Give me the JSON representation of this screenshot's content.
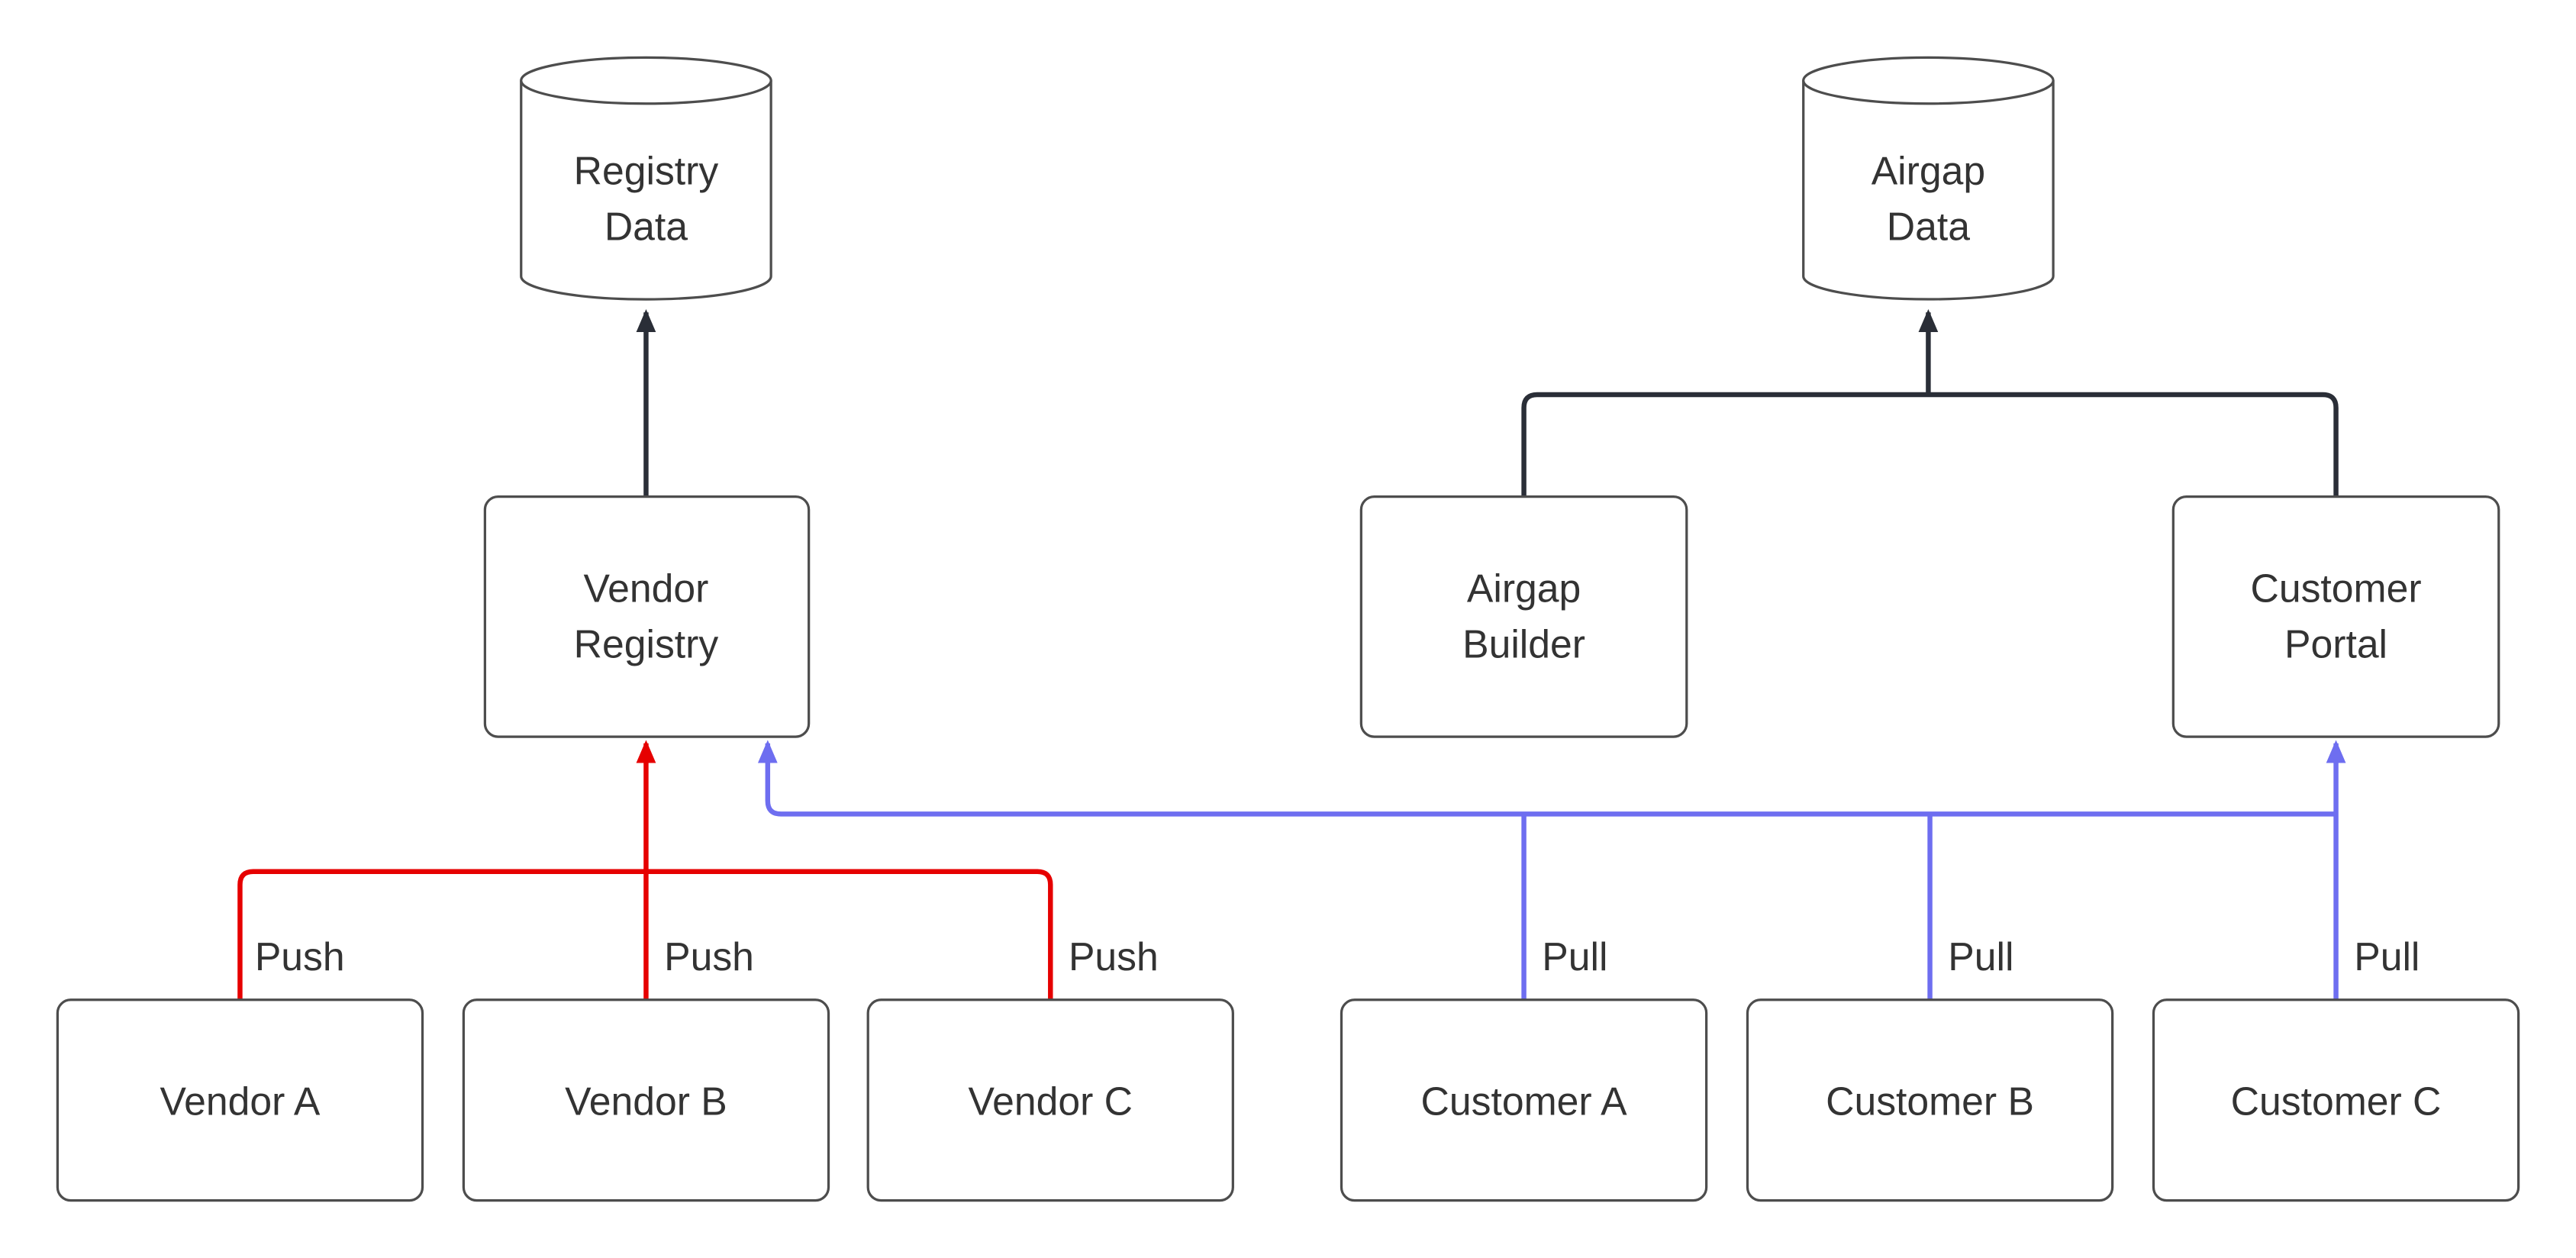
{
  "diagram": {
    "background": "#ffffff",
    "colors": {
      "node_border": "#4d4d4d",
      "node_fill": "#ffffff",
      "text": "#333333",
      "flow_dark": "#2a2e37",
      "flow_push": "#e60000",
      "flow_pull": "#6e6ef0"
    },
    "nodes": {
      "registry_data": {
        "shape": "cylinder",
        "lines": [
          "Registry",
          "Data"
        ]
      },
      "airgap_data": {
        "shape": "cylinder",
        "lines": [
          "Airgap",
          "Data"
        ]
      },
      "vendor_registry": {
        "shape": "rect",
        "lines": [
          "Vendor",
          "Registry"
        ]
      },
      "airgap_builder": {
        "shape": "rect",
        "lines": [
          "Airgap",
          "Builder"
        ]
      },
      "customer_portal": {
        "shape": "rect",
        "lines": [
          "Customer",
          "Portal"
        ]
      },
      "vendor_a": {
        "shape": "rect",
        "label": "Vendor A"
      },
      "vendor_b": {
        "shape": "rect",
        "label": "Vendor B"
      },
      "vendor_c": {
        "shape": "rect",
        "label": "Vendor C"
      },
      "customer_a": {
        "shape": "rect",
        "label": "Customer A"
      },
      "customer_b": {
        "shape": "rect",
        "label": "Customer B"
      },
      "customer_c": {
        "shape": "rect",
        "label": "Customer C"
      }
    },
    "edge_labels": {
      "push": "Push",
      "pull": "Pull"
    },
    "edges": [
      {
        "from": "Vendor Registry",
        "to": "Registry Data",
        "style": "dark"
      },
      {
        "from": "Airgap Builder",
        "to": "Airgap Data",
        "style": "dark"
      },
      {
        "from": "Customer Portal",
        "to": "Airgap Data",
        "style": "dark"
      },
      {
        "from": "Vendor A",
        "to": "Vendor Registry",
        "label": "Push",
        "style": "push"
      },
      {
        "from": "Vendor B",
        "to": "Vendor Registry",
        "label": "Push",
        "style": "push"
      },
      {
        "from": "Vendor C",
        "to": "Vendor Registry",
        "label": "Push",
        "style": "push"
      },
      {
        "from": "Customer A",
        "to": "Vendor Registry / Customer Portal",
        "label": "Pull",
        "style": "pull"
      },
      {
        "from": "Customer B",
        "to": "Vendor Registry / Customer Portal",
        "label": "Pull",
        "style": "pull"
      },
      {
        "from": "Customer C",
        "to": "Vendor Registry / Customer Portal",
        "label": "Pull",
        "style": "pull"
      }
    ]
  }
}
